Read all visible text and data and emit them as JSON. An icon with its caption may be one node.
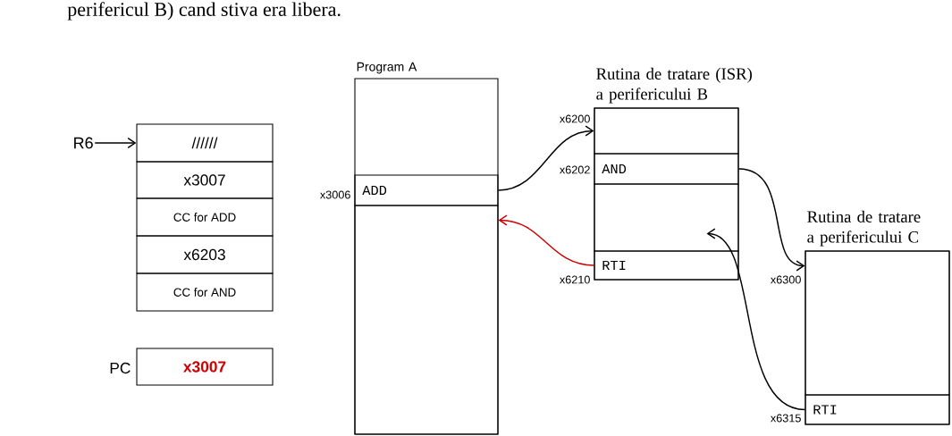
{
  "diagram": {
    "nodes": [
      {
        "text": [
          "R6"
        ]
      },
      {
        "text": [
          "//////"
        ]
      },
      {
        "text": [
          "x3007"
        ]
      },
      {
        "text": [
          "CC for ADD"
        ]
      },
      {
        "text": [
          "x6203"
        ]
      },
      {
        "text": [
          "CC for AND"
        ]
      },
      {
        "text": [
          "x3007"
        ],
        "beside": [
          "PC"
        ]
      },
      {
        "text": [
          "Program A"
        ]
      },
      {
        "text": [
          "ADD"
        ],
        "in": 7,
        "beside": [
          "x3006"
        ]
      },
      {
        "text": [
          "Rutina de tratare (ISR) a perifericului B"
        ]
      },
      {
        "text": [],
        "shape": "box",
        "in": 9,
        "beside": [
          "x6200"
        ]
      },
      {
        "text": [
          "AND"
        ],
        "in": 9,
        "beside": [
          "x6202"
        ]
      },
      {
        "text": [],
        "shape": "box",
        "in": 9
      },
      {
        "text": [
          "RTI"
        ],
        "in": 9,
        "beside": [
          "x6210"
        ]
      },
      {
        "text": [
          "Rutina de tratare a perifericului C"
        ]
      },
      {
        "text": [],
        "shape": "box",
        "in": 14,
        "beside": [
          "x6300"
        ]
      },
      {
        "text": [
          "RTI"
        ],
        "in": 14,
        "beside": [
          "x6315"
        ]
      },
      {
        "text": [],
        "shape": "box",
        "in": 7
      }
    ],
    "edges": [
      {
        "from": 0,
        "to": 1,
        "arrow": "to"
      },
      {
        "from": 8,
        "to": 10,
        "arrow": "to"
      },
      {
        "from": 11,
        "to": 15,
        "arrow": "to"
      },
      {
        "from": 16,
        "to": 12,
        "arrow": "to"
      },
      {
        "from": 13,
        "to": 17,
        "arrow": "to",
        "color": "#cc0000"
      }
    ],
    "labels": [
      "perifericul B) cand stiva era libera."
    ]
  }
}
